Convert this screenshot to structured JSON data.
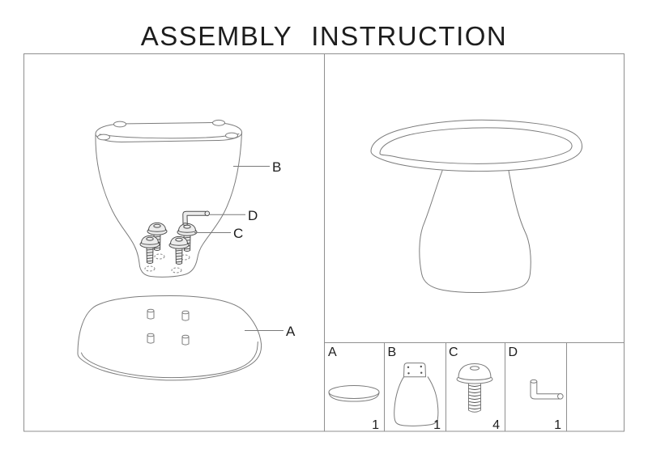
{
  "title": "ASSEMBLY INSTRUCTION",
  "callouts": {
    "a": "A",
    "b": "B",
    "c": "C",
    "d": "D"
  },
  "parts_table": {
    "cells": [
      {
        "label": "A",
        "qty": "1",
        "icon": "table-top-icon"
      },
      {
        "label": "B",
        "qty": "1",
        "icon": "base-icon"
      },
      {
        "label": "C",
        "qty": "4",
        "icon": "screw-icon"
      },
      {
        "label": "D",
        "qty": "1",
        "icon": "allen-key-icon"
      }
    ]
  },
  "colors": {
    "ink": "#1d1d1d",
    "line": "#7c7c7c",
    "frame": "#8f8f8f"
  }
}
